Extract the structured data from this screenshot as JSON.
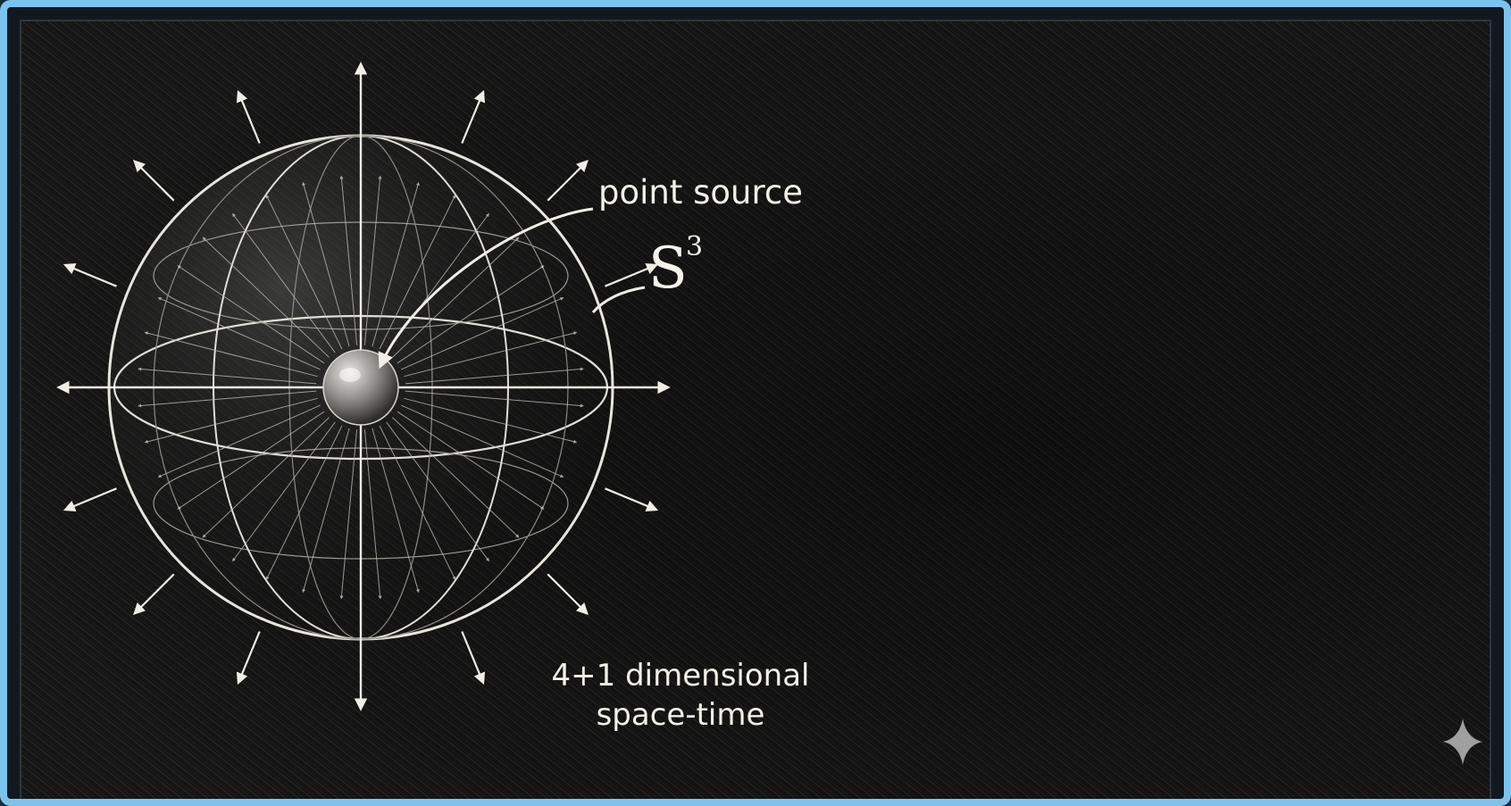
{
  "diagram": {
    "label_point_source": "point source",
    "label_sphere_base": "S",
    "label_sphere_exponent": "3",
    "label_spacetime_line1": "4+1 dimensional",
    "label_spacetime_line2": "space-time",
    "icon": "sparkle-icon",
    "colors": {
      "frame": "#7cc4f0",
      "background": "#161616",
      "chalk": "#f3f0e8"
    }
  }
}
